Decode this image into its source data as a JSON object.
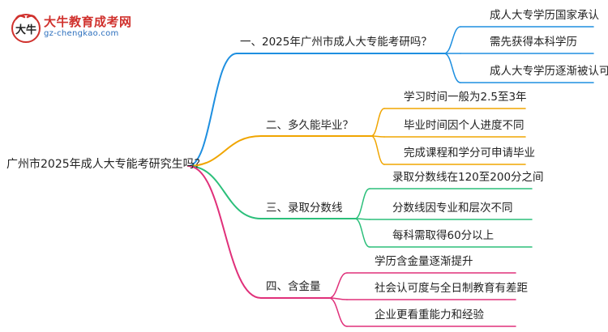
{
  "logo": {
    "mark_text": "大牛",
    "title": "大牛教育成考网",
    "url": "gz-chengkao.com"
  },
  "colors": {
    "branch_1": "#1e8fe0",
    "branch_2": "#f0a500",
    "branch_3": "#2bbf7a",
    "branch_4": "#e0307a"
  },
  "mindmap": {
    "root": "广州市2025年成人大专能考研究生吗？",
    "branches": [
      {
        "label": "一、2025年广州市成人大专能考研吗？",
        "leaves": [
          "成人大专学历国家承认",
          "需先获得本科学历",
          "成人大专学历逐渐被认可"
        ]
      },
      {
        "label": "二、多久能毕业？",
        "leaves": [
          "学习时间一般为2.5至3年",
          "毕业时间因个人进度不同",
          "完成课程和学分可申请毕业"
        ]
      },
      {
        "label": "三、录取分数线",
        "leaves": [
          "录取分数线在120至200分之间",
          "分数线因专业和层次不同",
          "每科需取得60分以上"
        ]
      },
      {
        "label": "四、含金量",
        "leaves": [
          "学历含金量逐渐提升",
          "社会认可度与全日制教育有差距",
          "企业更看重能力和经验"
        ]
      }
    ]
  }
}
